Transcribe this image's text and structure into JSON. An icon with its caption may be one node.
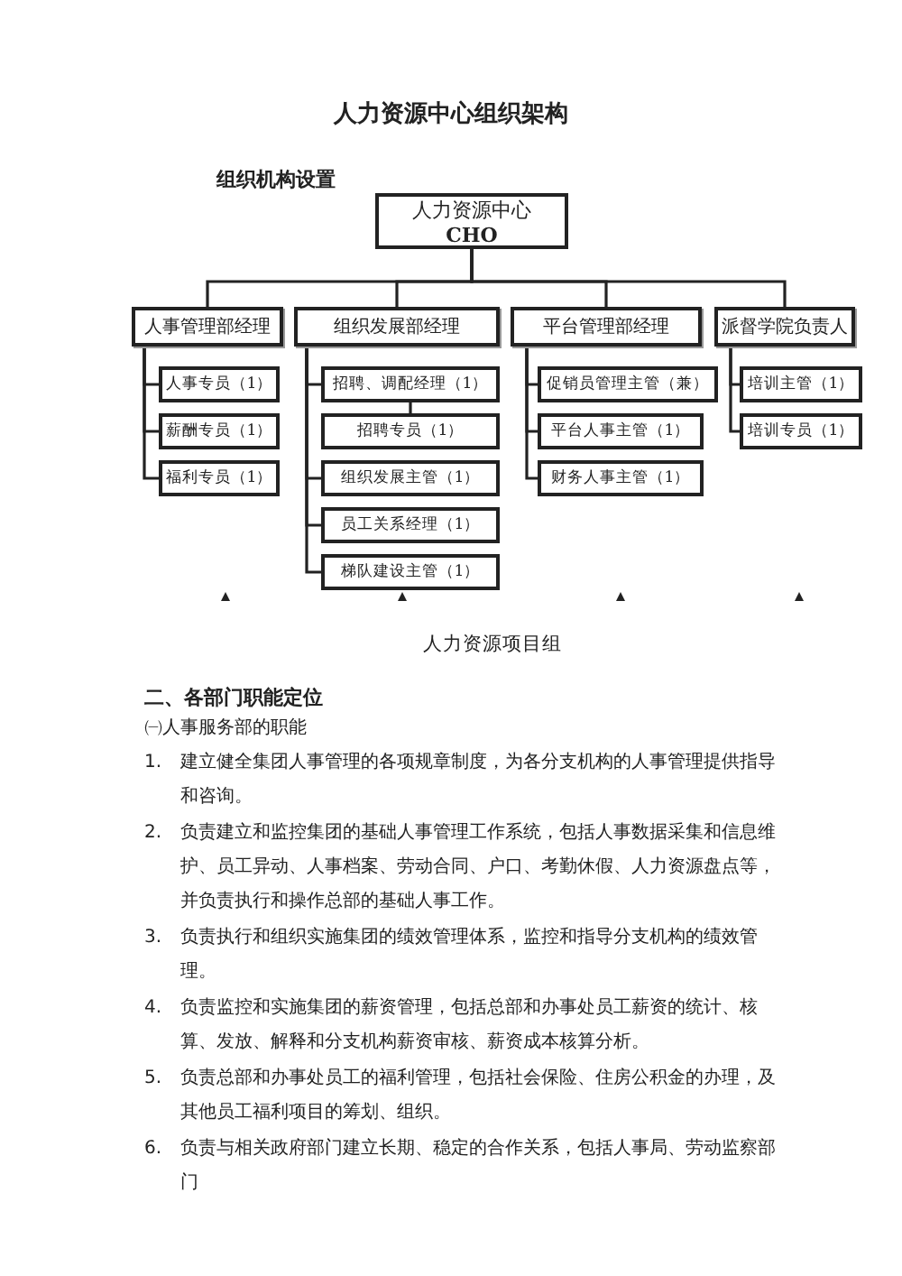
{
  "diagram": {
    "title": "人力资源中心组织架构",
    "nodes": [
      {
        "text": [
          "人力资源中心",
          "CHO"
        ]
      },
      {
        "text": [
          "人事管理部经理"
        ]
      },
      {
        "text": [
          "组织发展部经理"
        ]
      },
      {
        "text": [
          "平台管理部经理"
        ]
      },
      {
        "text": [
          "派督学院负责人"
        ]
      },
      {
        "text": [
          "人事专员（1）"
        ]
      },
      {
        "text": [
          "薪酬专员（1）"
        ]
      },
      {
        "text": [
          "福利专员（1）"
        ]
      },
      {
        "text": [
          "招聘、调配经理（1）"
        ]
      },
      {
        "text": [
          "招聘专员（1）"
        ]
      },
      {
        "text": [
          "组织发展主管（1）"
        ]
      },
      {
        "text": [
          "员工关系经理（1）"
        ]
      },
      {
        "text": [
          "梯队建设主管（1）"
        ]
      },
      {
        "text": [
          "促销员管理主管（兼）"
        ]
      },
      {
        "text": [
          "平台人事主管（1）"
        ]
      },
      {
        "text": [
          "财务人事主管（1）"
        ]
      },
      {
        "text": [
          "培训主管（1）"
        ]
      },
      {
        "text": [
          "培训专员（1）"
        ]
      }
    ],
    "edges": [
      {
        "from": 0,
        "to": 1,
        "arrow": "none"
      },
      {
        "from": 0,
        "to": 2,
        "arrow": "none"
      },
      {
        "from": 0,
        "to": 3,
        "arrow": "none"
      },
      {
        "from": 0,
        "to": 4,
        "arrow": "none"
      },
      {
        "from": 1,
        "to": 5,
        "arrow": "none"
      },
      {
        "from": 1,
        "to": 6,
        "arrow": "none"
      },
      {
        "from": 1,
        "to": 7,
        "arrow": "none"
      },
      {
        "from": 2,
        "to": 8,
        "arrow": "none"
      },
      {
        "from": 8,
        "to": 9,
        "arrow": "none"
      },
      {
        "from": 2,
        "to": 10,
        "arrow": "none"
      },
      {
        "from": 2,
        "to": 11,
        "arrow": "none"
      },
      {
        "from": 2,
        "to": 12,
        "arrow": "none"
      },
      {
        "from": 3,
        "to": 13,
        "arrow": "none"
      },
      {
        "from": 3,
        "to": 14,
        "arrow": "none"
      },
      {
        "from": 3,
        "to": 15,
        "arrow": "none"
      },
      {
        "from": 4,
        "to": 16,
        "arrow": "none"
      },
      {
        "from": 4,
        "to": 17,
        "arrow": "none"
      }
    ],
    "labels": [
      "组织机构设置",
      "人力资源项目组",
      "二、各部门职能定位",
      "㈠人事服务部的职能",
      "1.",
      "建立健全集团人事管理的各项规章制度，为各分支机构的人事管理提供指导和咨询。",
      "2.",
      "负责建立和监控集团的基础人事管理工作系统，包括人事数据采集和信息维护、员工异动、人事档案、劳动合同、户口、考勤休假、人力资源盘点等，并负责执行和操作总部的基础人事工作。",
      "3.",
      "负责执行和组织实施集团的绩效管理体系，监控和指导分支机构的绩效管理。",
      "4.",
      "负责监控和实施集团的薪资管理，包括总部和办事处员工薪资的统计、核算、发放、解释和分支机构薪资审核、薪资成本核算分析。",
      "5.",
      "负责总部和办事处员工的福利管理，包括社会保险、住房公积金的办理，及其他员工福利项目的筹划、组织。",
      "6.",
      "负责与相关政府部门建立长期、稳定的合作关系，包括人事局、劳动监察部门"
    ]
  }
}
